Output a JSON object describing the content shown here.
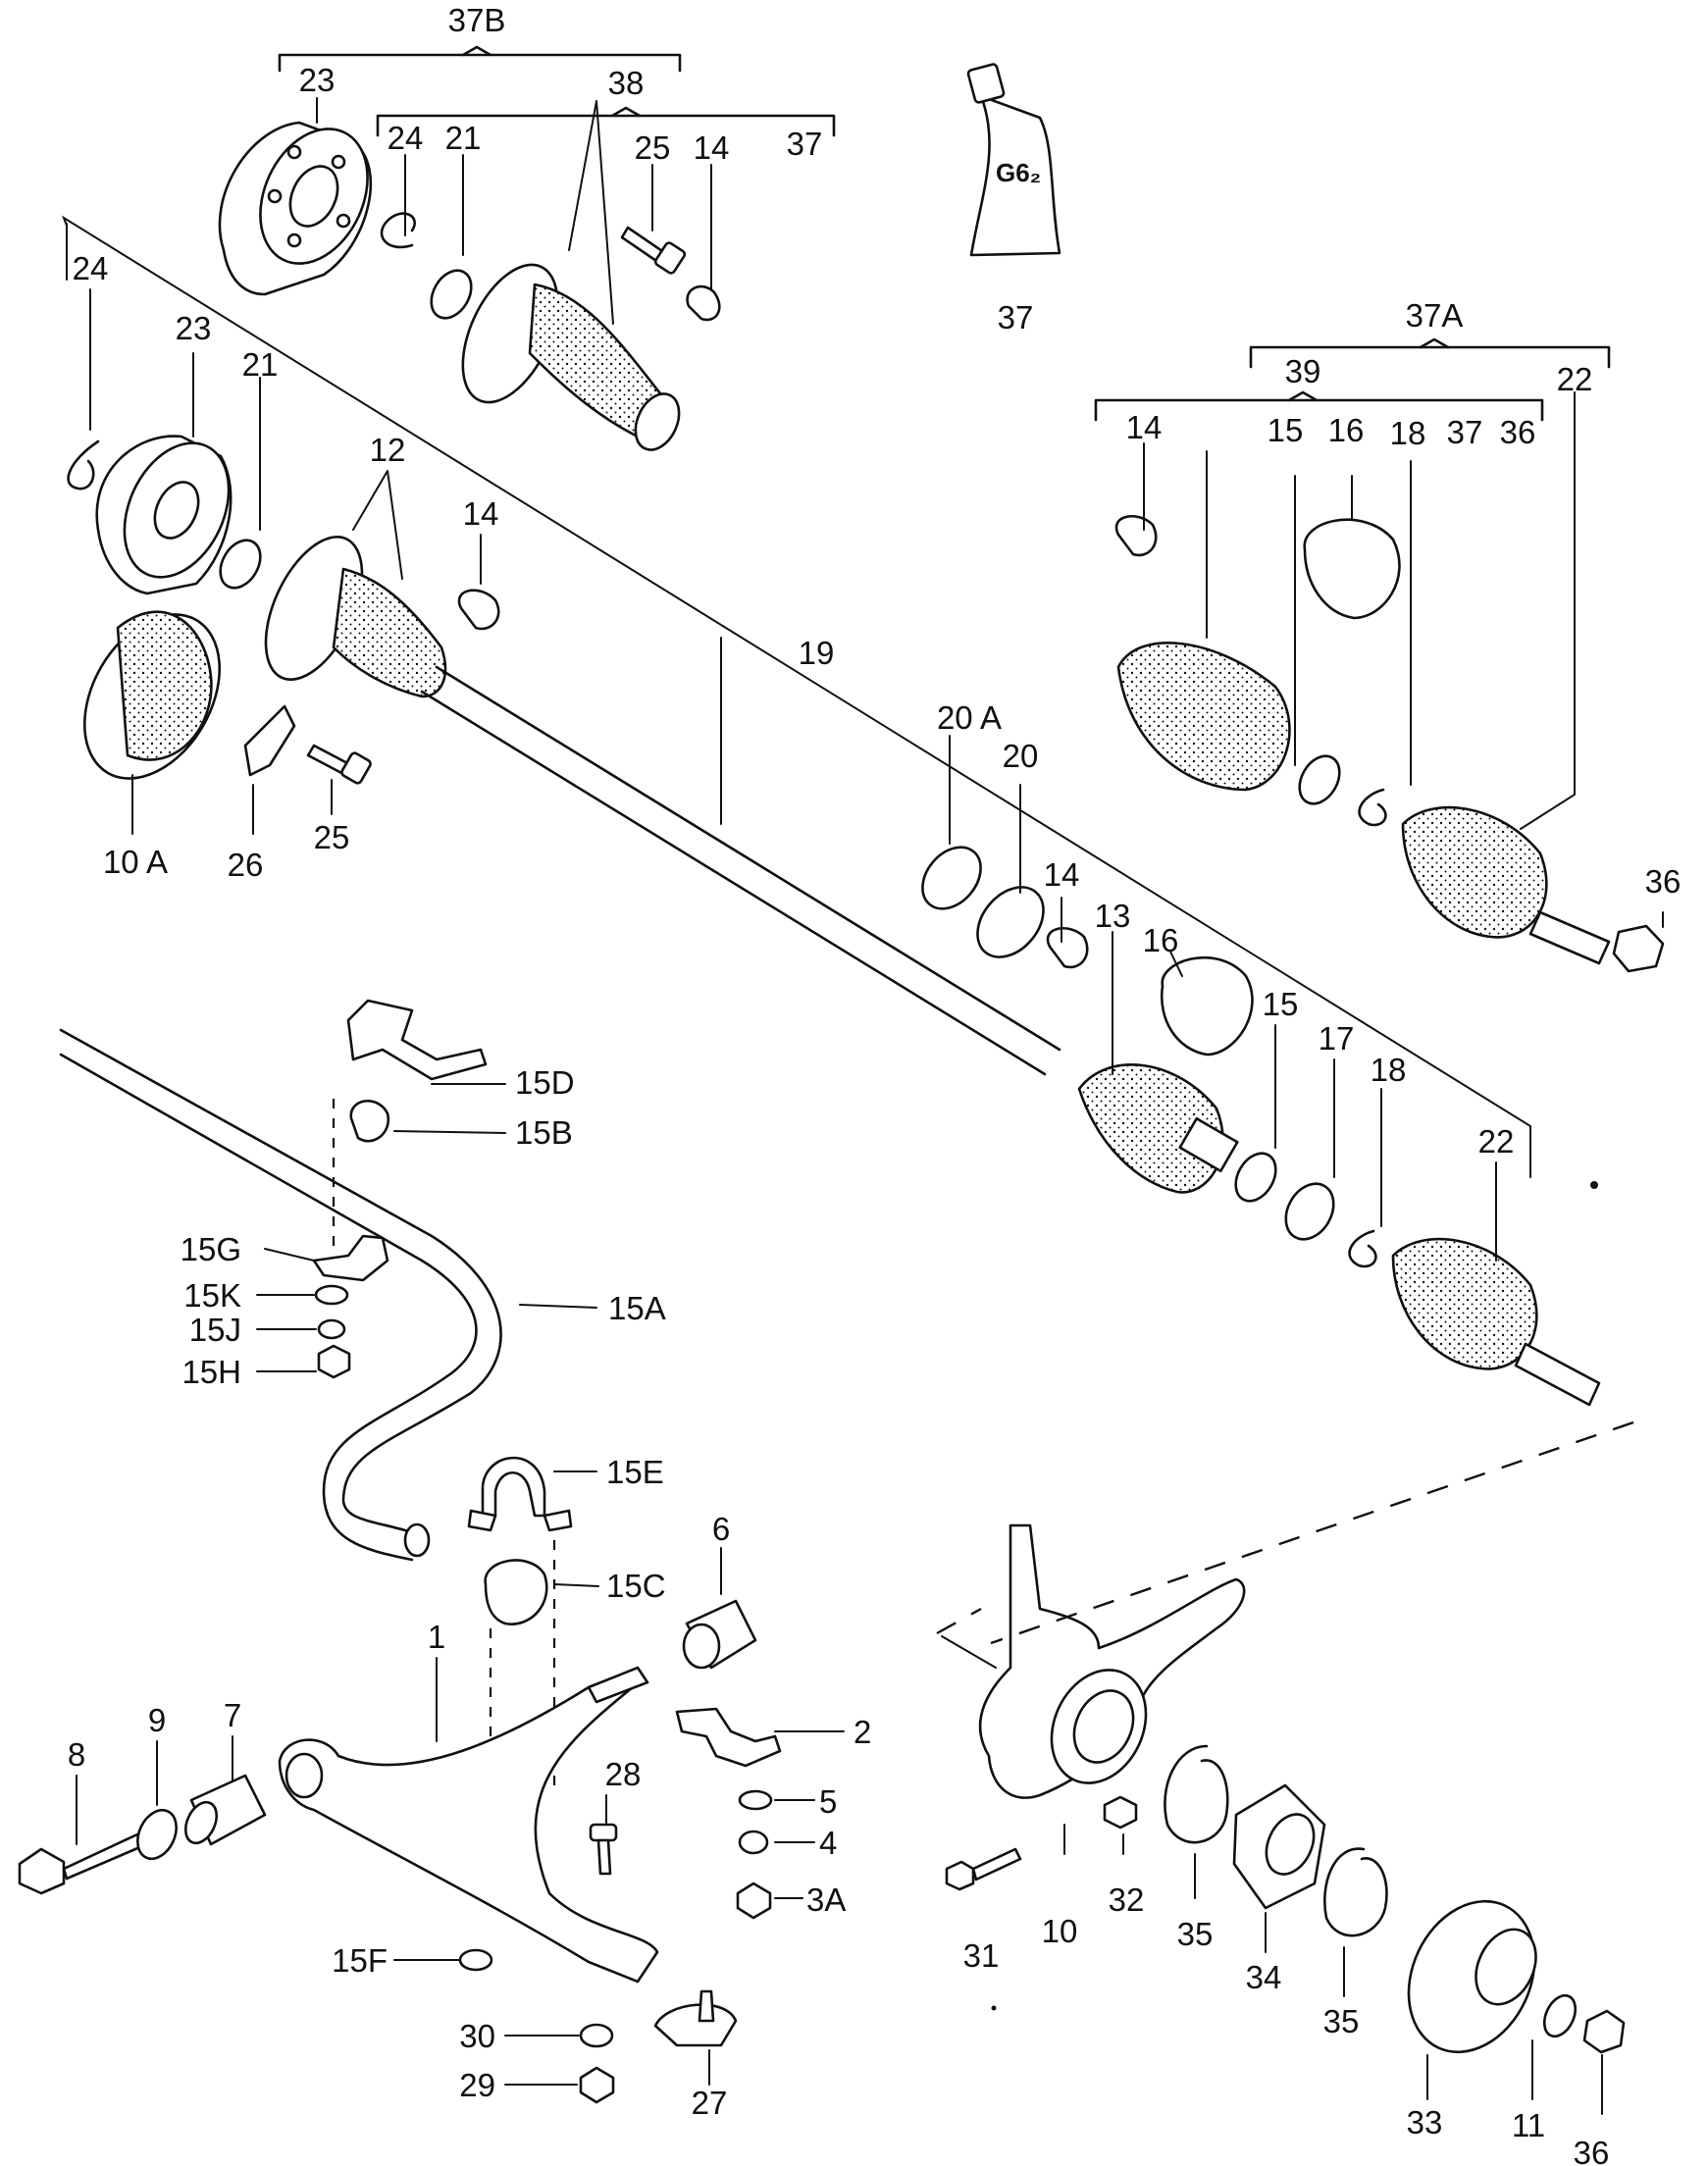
{
  "diagram": {
    "callouts": {
      "c37B": "37B",
      "c38": "38",
      "c37_top": "37",
      "c37_tube": "37",
      "c37A": "37A",
      "c39": "39",
      "c23_top": "23",
      "c24_top": "24",
      "c21_top": "21",
      "c25_top": "25",
      "c14_top": "14",
      "c24_left": "24",
      "c23_left": "23",
      "c21_left": "21",
      "c12": "12",
      "c14_mid": "14",
      "c10A": "10 A",
      "c26": "26",
      "c25_left": "25",
      "c19": "19",
      "c20A": "20 A",
      "c20": "20",
      "c14_right": "14",
      "c15_right": "15",
      "c16_right": "16",
      "c18_right": "18",
      "c37_right": "37",
      "c36_right": "36",
      "c22_right": "22",
      "c36_shaft": "36",
      "c14_shaft": "14",
      "c13": "13",
      "c16_shaft": "16",
      "c15_shaft": "15",
      "c17": "17",
      "c18_shaft": "18",
      "c22_shaft": "22",
      "c15D": "15D",
      "c15B": "15B",
      "c15G": "15G",
      "c15K": "15K",
      "c15J": "15J",
      "c15H": "15H",
      "c15A": "15A",
      "c15E": "15E",
      "c15C": "15C",
      "c6": "6",
      "c1": "1",
      "c2": "2",
      "c5": "5",
      "c4": "4",
      "c3A": "3A",
      "c8": "8",
      "c9": "9",
      "c7": "7",
      "c28": "28",
      "c15F": "15F",
      "c30": "30",
      "c29": "29",
      "c27": "27",
      "c31": "31",
      "c10": "10",
      "c32": "32",
      "c35a": "35",
      "c34": "34",
      "c35b": "35",
      "c33": "33",
      "c11": "11",
      "c36_bottom": "36"
    },
    "tube_label": "G6₂"
  }
}
